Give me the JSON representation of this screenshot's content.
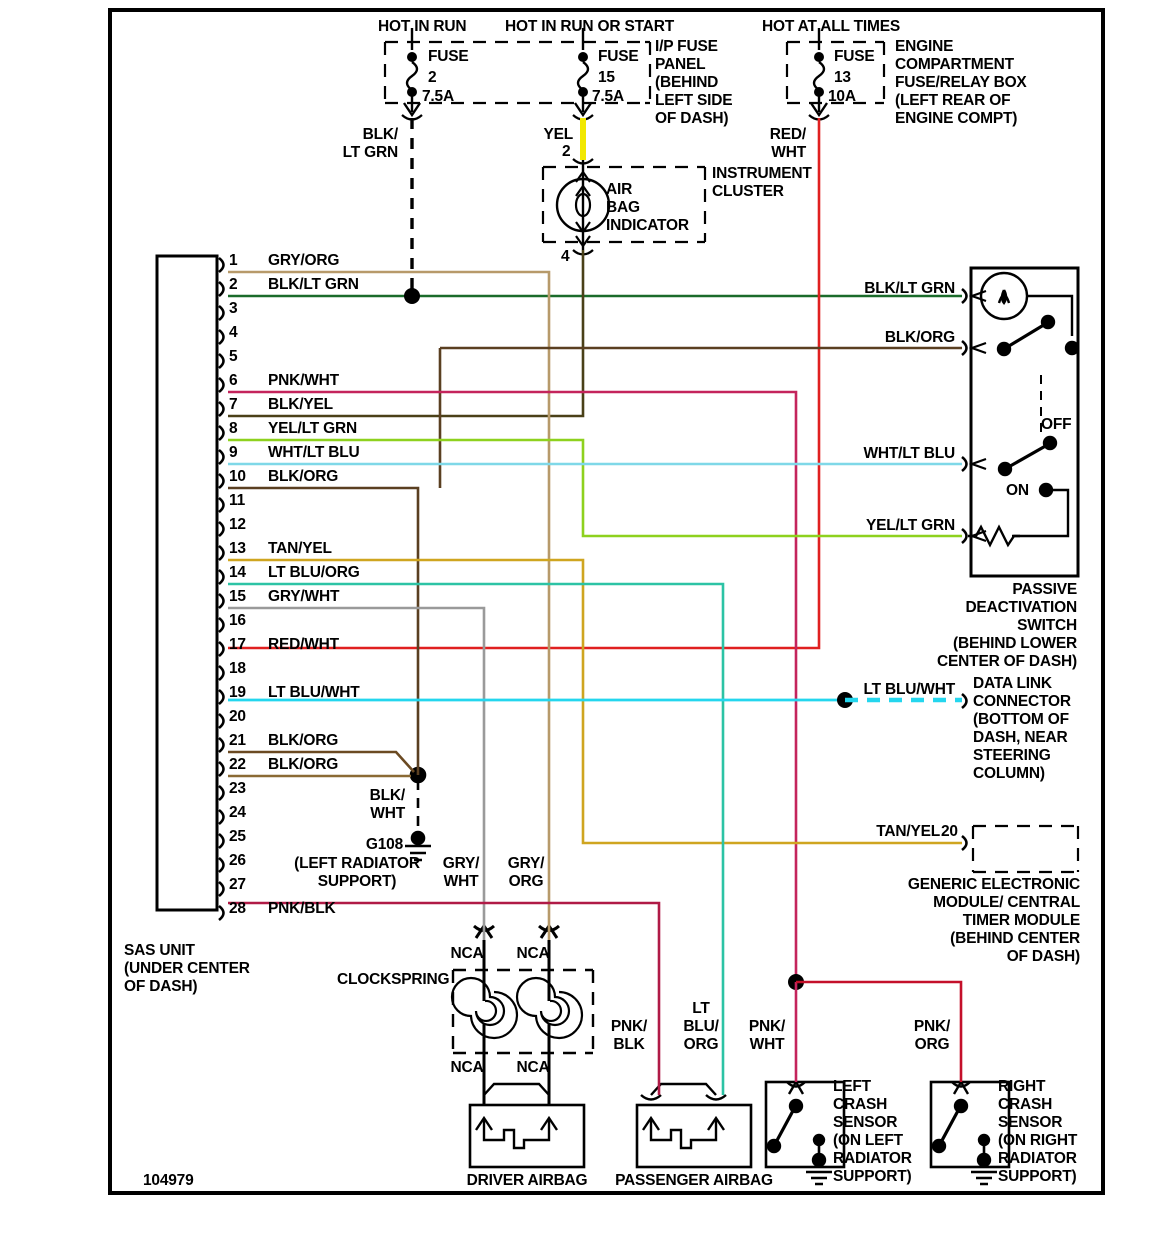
{
  "diagram": {
    "id_number": "104979",
    "title_hidden": "Supplemental Restraint System Wiring Diagram"
  },
  "power_sources": [
    {
      "name": "hot-in-run",
      "label": "HOT IN RUN",
      "fuse_word": "FUSE",
      "fuse_number": "2",
      "fuse_rating": "7.5A"
    },
    {
      "name": "hot-in-run-or-start",
      "label": "HOT IN RUN OR START",
      "fuse_word": "FUSE",
      "fuse_number": "15",
      "fuse_rating": "7.5A"
    },
    {
      "name": "hot-at-all-times",
      "label": "HOT AT ALL TIMES",
      "fuse_word": "FUSE",
      "fuse_number": "13",
      "fuse_rating": "10A"
    }
  ],
  "boxes": {
    "ip_fuse_panel": [
      "I/P FUSE",
      "PANEL",
      "(BEHIND",
      "LEFT SIDE",
      "OF DASH)"
    ],
    "engine_fuse_box": [
      "ENGINE",
      "COMPARTMENT",
      "FUSE/RELAY BOX",
      "(LEFT REAR OF",
      "ENGINE COMPT)"
    ],
    "instrument_cluster": [
      "INSTRUMENT",
      "CLUSTER"
    ],
    "air_bag_indicator": [
      "AIR",
      "BAG",
      "INDICATOR"
    ],
    "air_bag_pin_top": "2",
    "air_bag_pin_bottom": "4",
    "passive_switch": [
      "PASSIVE",
      "DEACTIVATION",
      "SWITCH",
      "(BEHIND LOWER",
      "CENTER OF DASH)"
    ],
    "passive_switch_off": "OFF",
    "passive_switch_on": "ON",
    "data_link_connector": [
      "DATA LINK",
      "CONNECTOR",
      "(BOTTOM OF",
      "DASH, NEAR",
      "STEERING",
      "COLUMN)"
    ],
    "gem_ctm": [
      "GENERIC ELECTRONIC",
      "MODULE/ CENTRAL",
      "TIMER MODULE",
      "(BEHIND CENTER",
      "OF DASH)"
    ],
    "gem_pin": "20",
    "sas_unit": [
      "SAS UNIT",
      "(UNDER CENTER",
      "OF DASH)"
    ],
    "clockspring": "CLOCKSPRING",
    "driver_airbag": "DRIVER AIRBAG",
    "passenger_airbag": "PASSENGER AIRBAG",
    "left_crash_sensor": [
      "LEFT",
      "CRASH",
      "SENSOR",
      "(ON LEFT",
      "RADIATOR",
      "SUPPORT)"
    ],
    "right_crash_sensor": [
      "RIGHT",
      "CRASH",
      "SENSOR",
      "(ON RIGHT",
      "RADIATOR",
      "SUPPORT)"
    ],
    "ground": {
      "label": "G108",
      "location": [
        "(LEFT RADIATOR",
        "SUPPORT)"
      ],
      "wire": [
        "BLK/",
        "WHT"
      ]
    }
  },
  "sas_connector": {
    "name": "SAS UNIT 28-pin connector",
    "pins": [
      {
        "n": "1",
        "wire": "GRY/ORG",
        "color": "#b79a6a"
      },
      {
        "n": "2",
        "wire": "BLK/LT GRN",
        "color": "#1a6b2a"
      },
      {
        "n": "3",
        "wire": "",
        "color": ""
      },
      {
        "n": "4",
        "wire": "",
        "color": ""
      },
      {
        "n": "5",
        "wire": "",
        "color": ""
      },
      {
        "n": "6",
        "wire": "PNK/WHT",
        "color": "#c4245c"
      },
      {
        "n": "7",
        "wire": "BLK/YEL",
        "color": "#4a4018"
      },
      {
        "n": "8",
        "wire": "YEL/LT GRN",
        "color": "#8ed11e"
      },
      {
        "n": "9",
        "wire": "WHT/LT BLU",
        "color": "#7fd8e8"
      },
      {
        "n": "10",
        "wire": "BLK/ORG",
        "color": "#5a3f21"
      },
      {
        "n": "11",
        "wire": "",
        "color": ""
      },
      {
        "n": "12",
        "wire": "",
        "color": ""
      },
      {
        "n": "13",
        "wire": "TAN/YEL",
        "color": "#cfa520"
      },
      {
        "n": "14",
        "wire": "LT BLU/ORG",
        "color": "#2cc3a5"
      },
      {
        "n": "15",
        "wire": "GRY/WHT",
        "color": "#9a9a9a"
      },
      {
        "n": "16",
        "wire": "",
        "color": ""
      },
      {
        "n": "17",
        "wire": "RED/WHT",
        "color": "#e02020"
      },
      {
        "n": "18",
        "wire": "",
        "color": ""
      },
      {
        "n": "19",
        "wire": "LT BLU/WHT",
        "color": "#24d6ee"
      },
      {
        "n": "20",
        "wire": "",
        "color": ""
      },
      {
        "n": "21",
        "wire": "BLK/ORG",
        "color": "#6b4a22"
      },
      {
        "n": "22",
        "wire": "BLK/ORG",
        "color": "#8a6a34"
      },
      {
        "n": "23",
        "wire": "",
        "color": ""
      },
      {
        "n": "24",
        "wire": "",
        "color": ""
      },
      {
        "n": "25",
        "wire": "",
        "color": ""
      },
      {
        "n": "26",
        "wire": "",
        "color": ""
      },
      {
        "n": "27",
        "wire": "",
        "color": ""
      },
      {
        "n": "28",
        "wire": "PNK/BLK",
        "color": "#b01a46"
      }
    ]
  },
  "wire_labels": {
    "blk_lt_grn_fuse": [
      "BLK/",
      "LT GRN"
    ],
    "yel_fuse": "YEL",
    "red_wht_fuse": [
      "RED/",
      "WHT"
    ],
    "switch_blk_lt_grn": "BLK/LT GRN",
    "switch_blk_org": "BLK/ORG",
    "switch_wht_lt_blu": "WHT/LT BLU",
    "switch_yel_lt_grn": "YEL/LT GRN",
    "dlc_lt_blu_wht": "LT BLU/WHT",
    "gem_tan_yel": "TAN/YEL",
    "gry_wht": [
      "GRY/",
      "WHT"
    ],
    "gry_org": [
      "GRY/",
      "ORG"
    ],
    "pnk_blk": [
      "PNK/",
      "BLK"
    ],
    "lt_blu_org": [
      "LT",
      "BLU/",
      "ORG"
    ],
    "pnk_wht": [
      "PNK/",
      "WHT"
    ],
    "pnk_org": [
      "PNK/",
      "ORG"
    ],
    "nca": "NCA"
  },
  "colors": {
    "gry_org": "#b79a6a",
    "blk_lt_grn": "#1a6b2a",
    "pnk_wht": "#c4245c",
    "blk_yel": "#4a4018",
    "yel_lt_grn": "#8ed11e",
    "wht_lt_blu": "#7fd8e8",
    "blk_org": "#5a3f21",
    "tan_yel": "#cfa520",
    "lt_blu_org": "#2cc3a5",
    "gry_wht": "#9a9a9a",
    "red_wht": "#e02020",
    "lt_blu_wht": "#24d6ee",
    "pnk_blk": "#b01a46",
    "yel": "#f2e800",
    "red": "#c4102a",
    "black": "#000000"
  }
}
